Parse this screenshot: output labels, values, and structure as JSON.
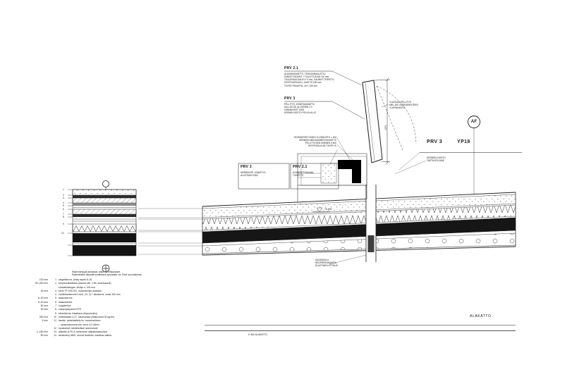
{
  "callouts": {
    "prv21_top": {
      "title": "PRV 2.1",
      "lines": [
        "ALUMIINIKASETTI, TEHDASMAALATTU",
        "KIINNITYSKISKO + TUULETUSVÄLI 30 mm",
        "TUULENSUOJALEVY 9 mm, SAUMAT TEIPATTU",
        "KOSTEUSSULKU, LIMITYS 150 mm",
        "TIIVISTYSKAISTA, LEV. 150 mm"
      ]
    },
    "prv3_top": {
      "title": "PRV 3",
      "lines": [
        "PELLITYS, KONESAUMATTU",
        "KALLISTUS ULOSPÄIN 1:3",
        "KIINNIKKEET K300",
        "KERMIN NOSTO PELLIN ALLE"
      ]
    },
    "panel_note": {
      "lines": [
        "YLÄOSAN PELLITYS",
        "MIN. 300 VEDENERISTEEN",
        "YLÄPINNASTA"
      ]
    },
    "curb_note": {
      "lines": [
        "VEDENERISTYKSEN YLÖSNOSTO ≥ 300",
        "KERMIEN MEKAANINEN KIINNITYS",
        "PELLITYKSEN KIINNIKE K300",
        "HÖYRYNSULUN TIIVISTYS"
      ]
    },
    "box_left": {
      "title": "PRV 3",
      "lines": [
        "KERMIKATE, KIINNITYS",
        "ALUSTAAN K300"
      ]
    },
    "box_right": {
      "title": "PRV 2.1",
      "lines": [
        "ELEMENTTISAUMA,",
        "TIIVISTYS"
      ]
    },
    "roof_type": {
      "prv3": "PRV 3",
      "yp18": "YP18"
    },
    "right_note": {
      "lines": [
        "KERMIEN NOSTO",
        "TARTUNTA-AINE"
      ]
    },
    "af_marker": "AF",
    "dim_vertical": "1200",
    "level_mark": "+5.500",
    "joint_note": {
      "lines": [
        "SAUMAVALU",
        "NEOPREENIKAISTA",
        "ELASTINEN KITTAUS"
      ]
    },
    "ceiling": {
      "label": "ALAKATTO",
      "sub": "S 360 ALAKATTO"
    }
  },
  "left_detail": {
    "ticks": [
      "1",
      "2",
      "3",
      "4",
      "5",
      "6",
      "7",
      "8",
      "9",
      "10"
    ]
  },
  "legend": {
    "intro": [
      "Rakennetyypit alustavat, katso 11 leikkaukset",
      "Rakenteiden liittymät sovitettava työmaalla, ks. RAK-suunnitelmat"
    ],
    "rows": [
      {
        "size": "100 mm",
        "num": "1",
        "text": "singelikerros, pesty sepeli 8–16"
      },
      {
        "size": "50–300 mm",
        "num": "2",
        "text": "kevytsorakallistus (kaadot väh. 1:80, tuuletusurat)"
      },
      {
        "size": "",
        "num": "",
        "text": "suodatinkangas, limitys n. 200 mm"
      },
      {
        "size": "16 mm",
        "num": "3",
        "text": "kerto TP 100/100, ruuvikiinnitys alustaan"
      },
      {
        "size": "",
        "num": "4",
        "text": "kumibitumikermit 2-kert. (TL 2) + aluskermi, nosto 300 mm"
      },
      {
        "size": "6–20 mm",
        "num": "5",
        "text": "tasauskerros"
      },
      {
        "size": "4–20 mm",
        "num": "6",
        "text": "tasausbetoni"
      },
      {
        "size": "50 mm",
        "num": "7",
        "text": "suojabetoni"
      },
      {
        "size": "30 mm",
        "num": "8",
        "text": "solupolystyreeni EPS"
      },
      {
        "size": "",
        "num": "9",
        "text": "bitumikermi, hitsattava (höyrynsulku)"
      },
      {
        "size": "260 mm",
        "num": "10",
        "text": "ontelolaatta O-27, saumavalut (lisäkuorma 30 kg/m²)"
      },
      {
        "size": "5 mm",
        "num": "11",
        "text": "tasoite, pintakäsittely ks. huoneselostus"
      },
      {
        "size": "",
        "num": "",
        "text": "– ripustuskuormat yht. enint. 5,2 kN/m²"
      },
      {
        "size": "",
        "num": "12",
        "text": "ripustukset, talotekniikan asennukset"
      },
      {
        "size": "1–150 mm",
        "num": "13",
        "text": "alakatto A-FK-5, tarkemmin alakattokaaviossa"
      },
      {
        "size": "80 mm",
        "num": "14",
        "text": "akustolevy k600, reunat huullettu, maalaus valkea"
      }
    ]
  }
}
